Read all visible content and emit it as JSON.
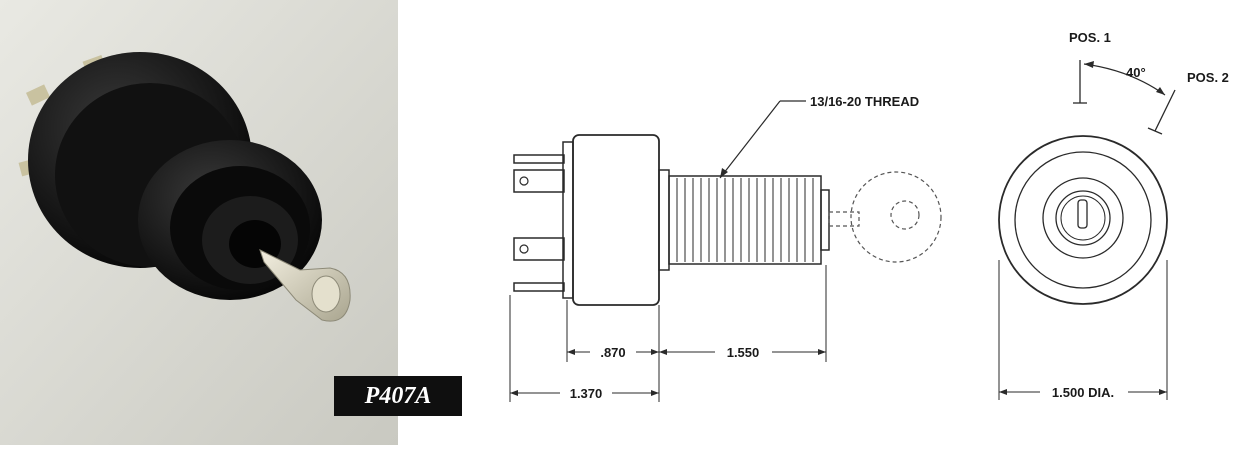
{
  "product": {
    "label": "P407A"
  },
  "side_view": {
    "thread_label": "13/16-20 THREAD",
    "dim_body": ".870",
    "dim_thread": "1.550",
    "dim_overall": "1.370"
  },
  "front_view": {
    "pos1_label": "POS. 1",
    "pos2_label": "POS. 2",
    "angle_label": "40°",
    "diameter_label": "1.500 DIA."
  },
  "colors": {
    "background": "#ffffff",
    "line": "#2a2a2a",
    "label_bg": "#0f0f0f",
    "label_text": "#ffffff"
  }
}
